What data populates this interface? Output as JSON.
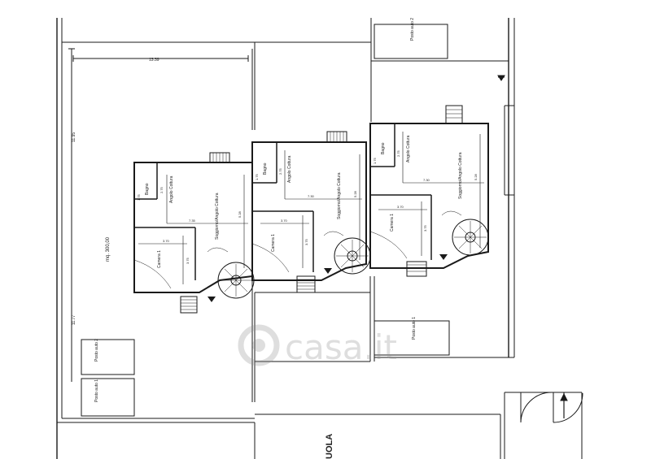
{
  "plan": {
    "dimensions": {
      "top_width": "13.39",
      "left_height": "11.95",
      "left_lower": "11.77",
      "lot_area": "mq. 300,00"
    },
    "units": [
      {
        "bathroom": "Bagno",
        "kitchen_corner": "Angolo Cottura",
        "living": "Soggiorno/Angolo Cottura",
        "bedroom": "Camera 1",
        "dims": {
          "bath_w": "1.75",
          "bath_h": "2.75",
          "living_w": "7.35",
          "living_h": "5.28",
          "bed_w": "3.70",
          "bed_h": "3.75"
        }
      },
      {
        "bathroom": "Bagno",
        "kitchen_corner": "Angolo Cottura",
        "living": "Soggiorno/Angolo Cottura",
        "bedroom": "Camera 1",
        "dims": {
          "bath_w": "1.75",
          "bath_h": "2.75",
          "living_w": "7.30",
          "living_h": "5.28",
          "bed_w": "3.70",
          "bed_h": "3.75"
        }
      },
      {
        "bathroom": "Bagno",
        "kitchen_corner": "Angolo Cottura",
        "living": "Soggiorno/Angolo Cottura",
        "bedroom": "Camera 1",
        "dims": {
          "bath_w": "1.75",
          "bath_h": "2.75",
          "living_w": "7.30",
          "living_h": "5.28",
          "bed_w": "3.70",
          "bed_h": "3.75"
        }
      }
    ],
    "parking": {
      "top_right": "Posto auto 2",
      "mid_right": "Posto auto 1",
      "left_upper": "Posto auto 2",
      "left_lower": "Posto auto 1"
    },
    "street_fragment": "UOLA",
    "watermark": "casa.it"
  }
}
